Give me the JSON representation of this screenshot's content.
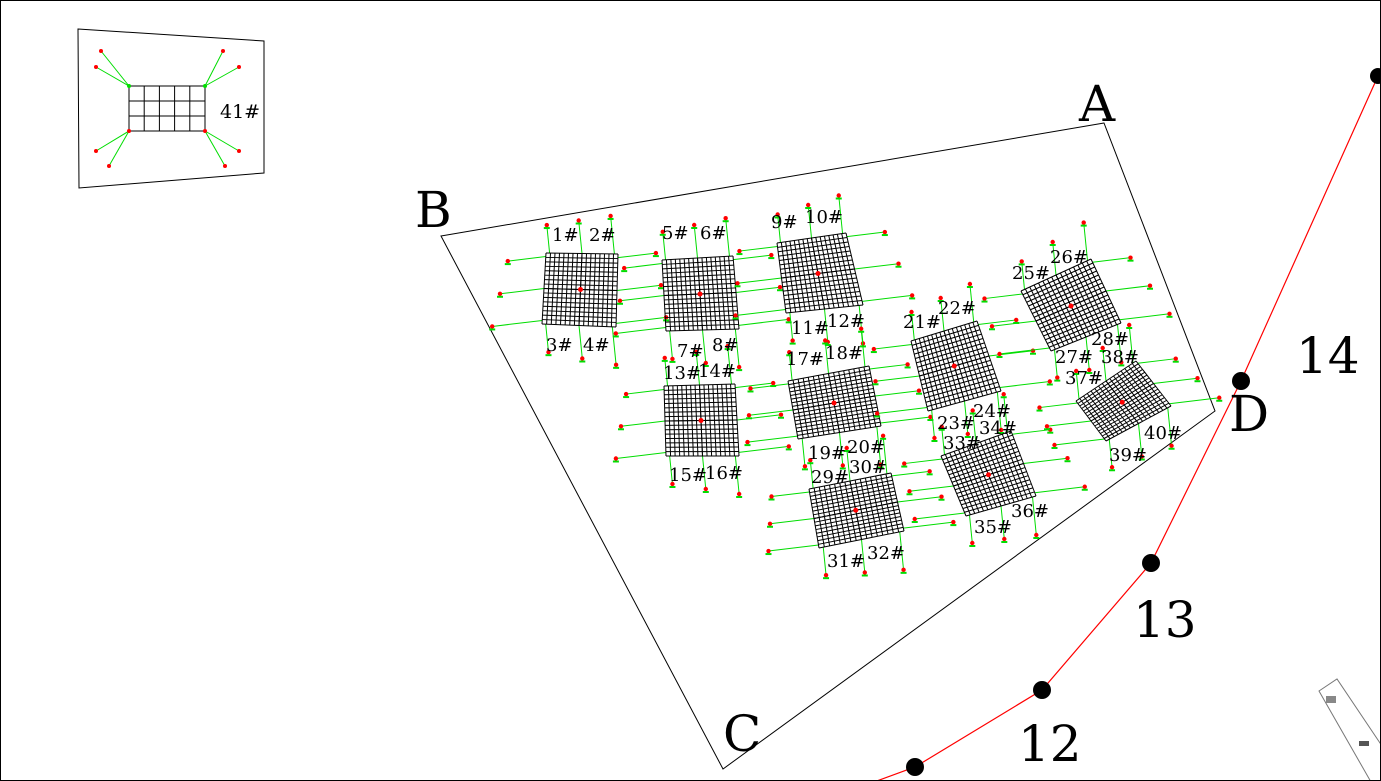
{
  "drawing": {
    "boundary_points": [
      "A",
      "B",
      "C",
      "D"
    ],
    "station_labels": [
      "12",
      "13",
      "14"
    ],
    "block_labels": [
      "1#",
      "2#",
      "3#",
      "4#",
      "5#",
      "6#",
      "7#",
      "8#",
      "9#",
      "10#",
      "11#",
      "12#",
      "13#",
      "14#",
      "15#",
      "16#",
      "17#",
      "18#",
      "19#",
      "20#",
      "21#",
      "22#",
      "23#",
      "24#",
      "25#",
      "26#",
      "27#",
      "28#",
      "29#",
      "30#",
      "31#",
      "32#",
      "33#",
      "34#",
      "35#",
      "36#",
      "37#",
      "38#",
      "39#",
      "40#"
    ],
    "inset_label": "41#",
    "colors": {
      "grid": "#000000",
      "anchor_line": "#00dd00",
      "anchor_point": "#ff0000",
      "route": "#ff0000"
    }
  }
}
